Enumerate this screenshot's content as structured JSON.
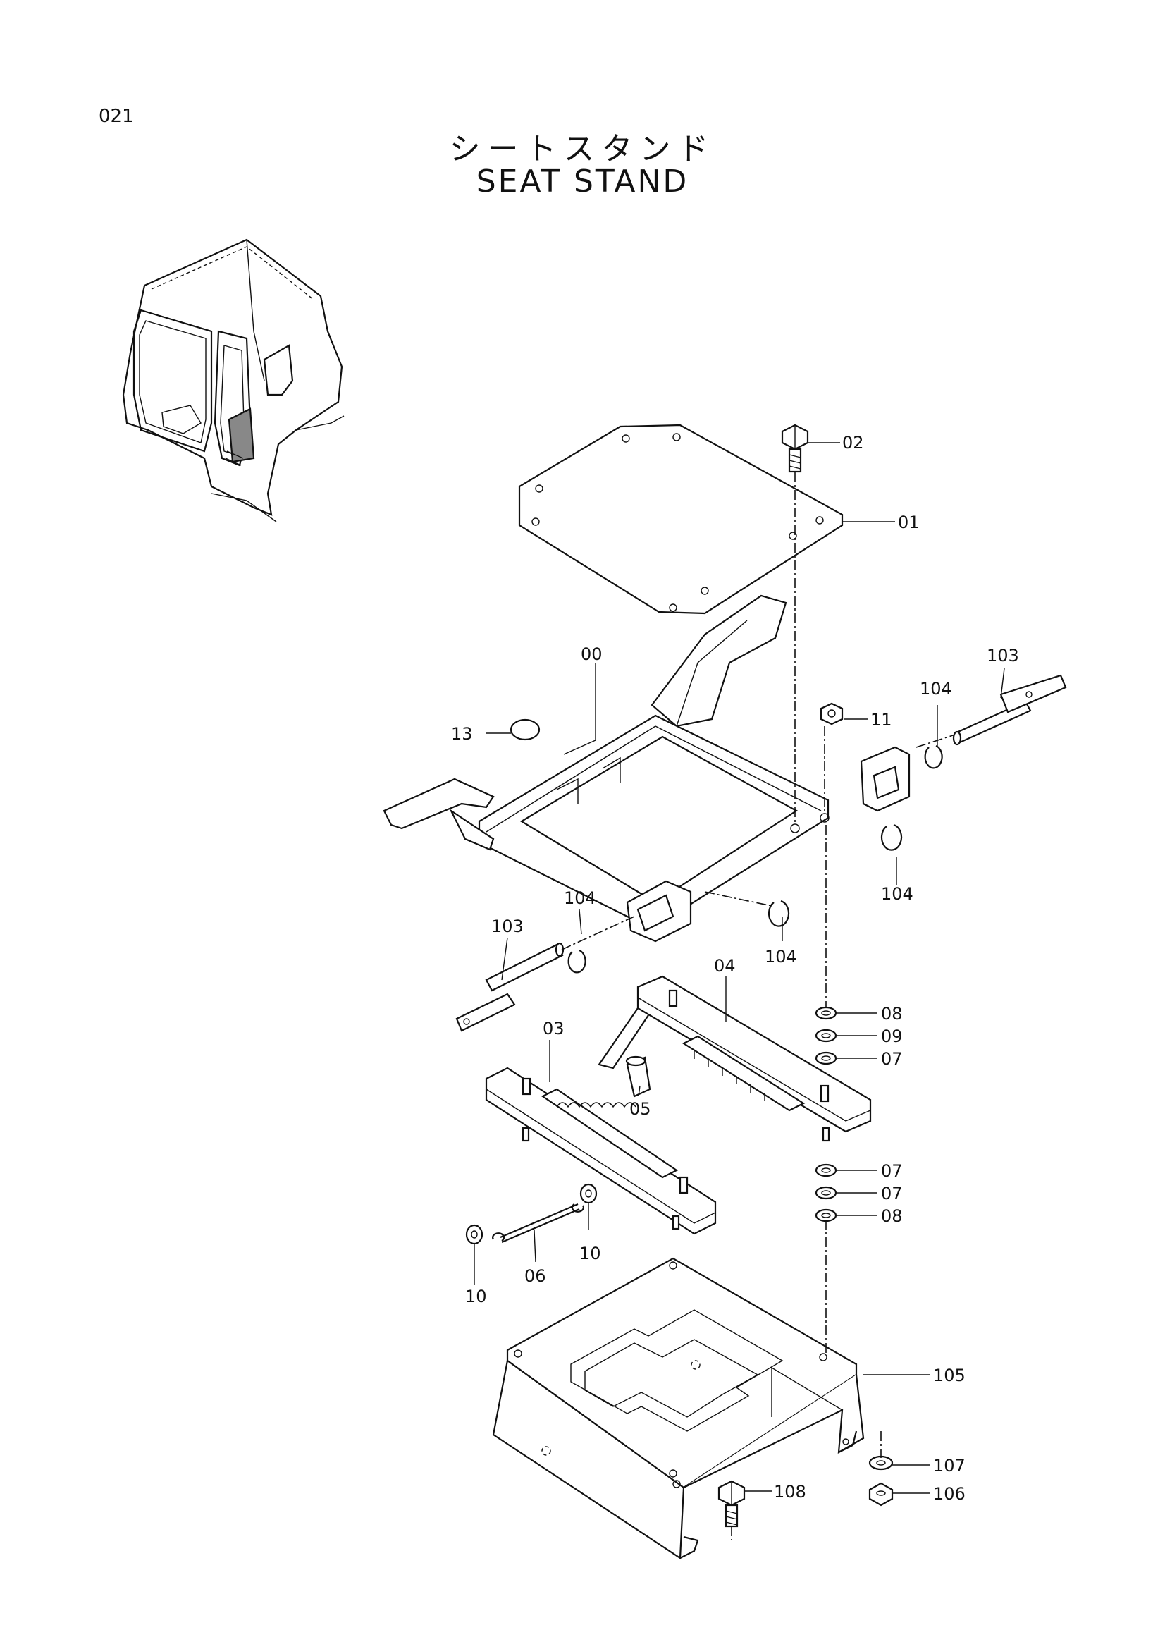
{
  "header": {
    "page_number": "021",
    "title_jp": "シートスタンド",
    "title_en": "SEAT STAND"
  },
  "callouts": {
    "c00": "00",
    "c01": "01",
    "c02": "02",
    "c03": "03",
    "c04": "04",
    "c05": "05",
    "c06": "06",
    "c07a": "07",
    "c07b": "07",
    "c07c": "07",
    "c08a": "08",
    "c08b": "08",
    "c09": "09",
    "c10a": "10",
    "c10b": "10",
    "c11": "11",
    "c13": "13",
    "c103a": "103",
    "c103b": "103",
    "c104a": "104",
    "c104b": "104",
    "c104c": "104",
    "c104d": "104",
    "c105": "105",
    "c106": "106",
    "c107": "107",
    "c108": "108"
  }
}
